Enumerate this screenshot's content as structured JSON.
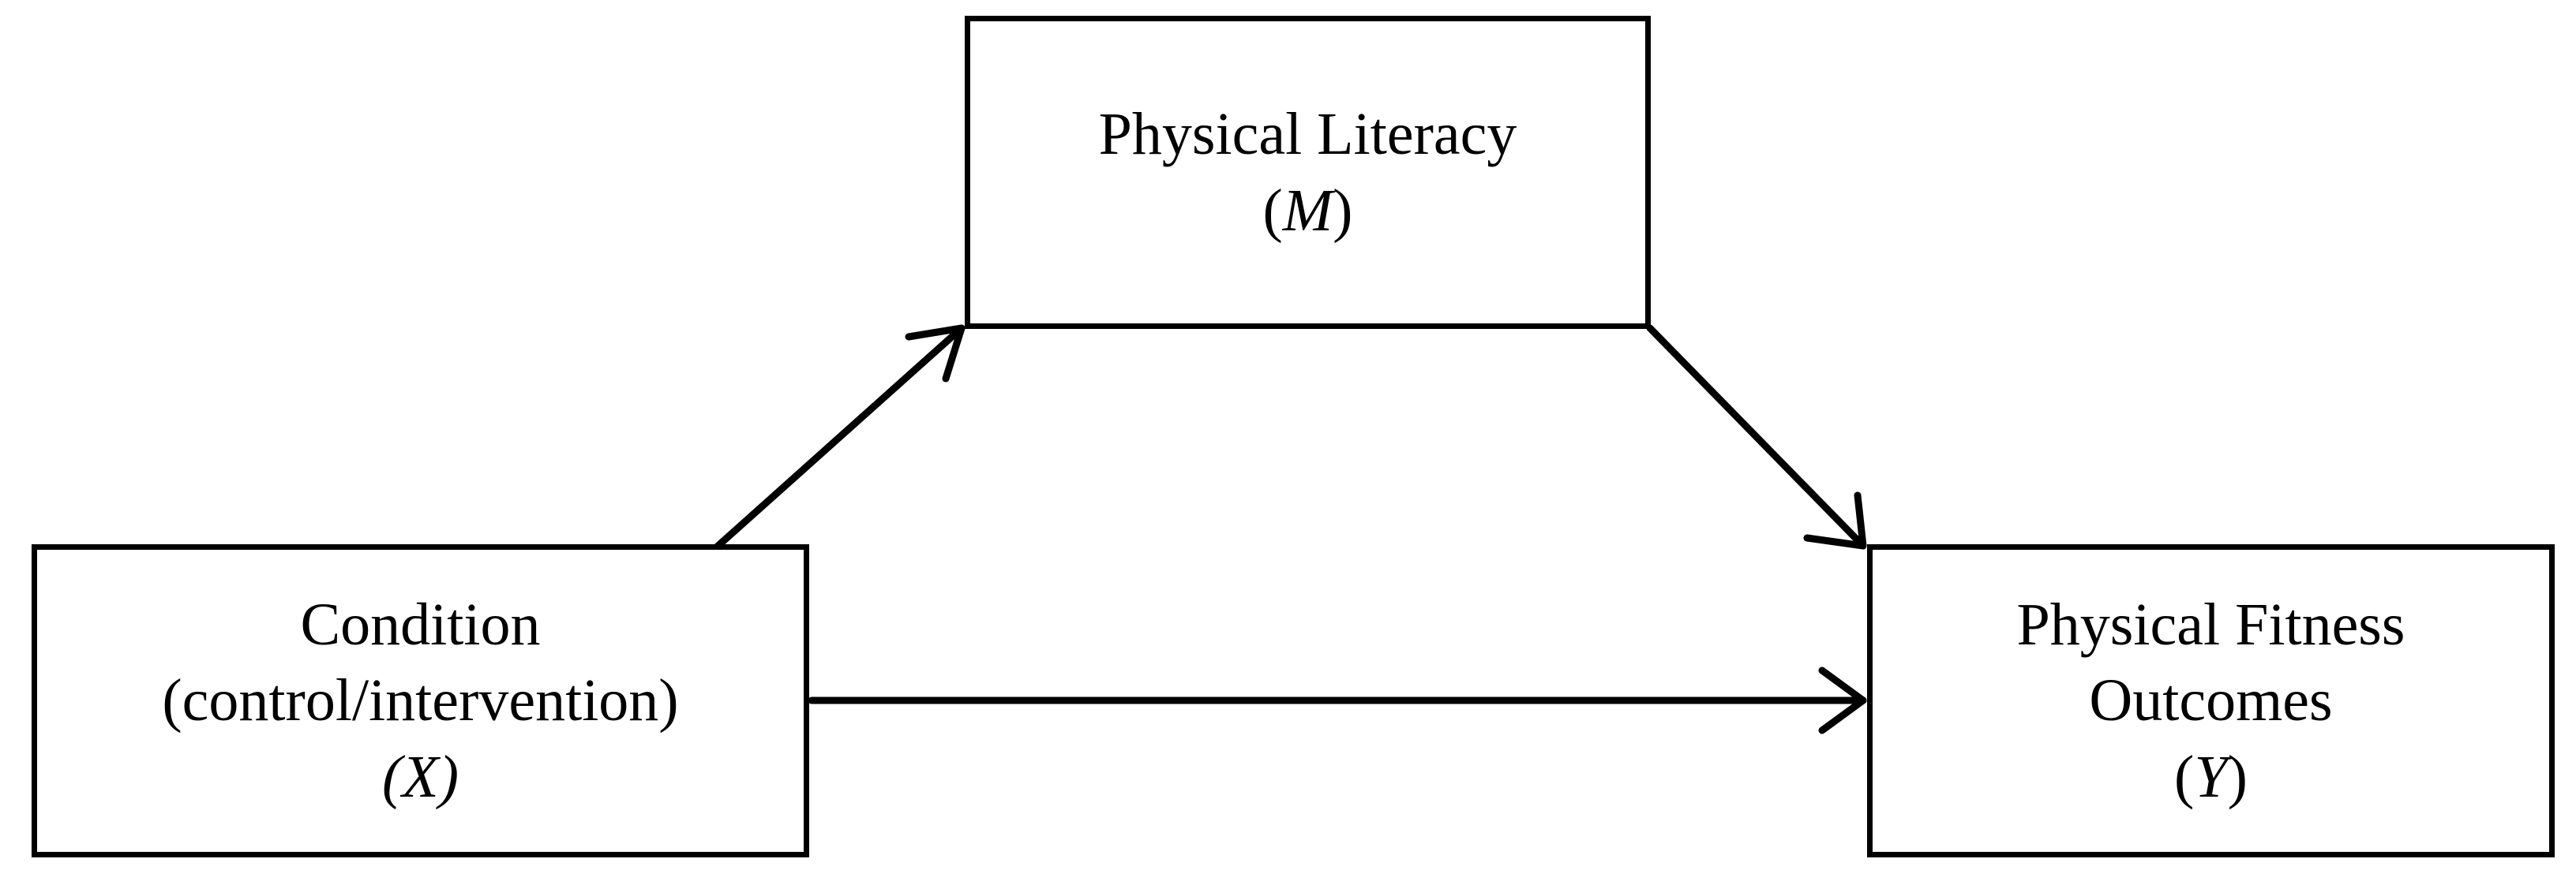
{
  "diagram": {
    "mediator": {
      "label": "Physical Literacy",
      "var_open": "(",
      "var": "M",
      "var_close": ")"
    },
    "independent": {
      "label_line1": "Condition",
      "label_line2": "(control/intervention)",
      "var_full": "(X)"
    },
    "dependent": {
      "label_line1": "Physical Fitness",
      "label_line2": "Outcomes",
      "var_open": "(",
      "var": "Y",
      "var_close": ")"
    },
    "edges": [
      {
        "from": "independent",
        "to": "mediator"
      },
      {
        "from": "mediator",
        "to": "dependent"
      },
      {
        "from": "independent",
        "to": "dependent"
      }
    ]
  }
}
